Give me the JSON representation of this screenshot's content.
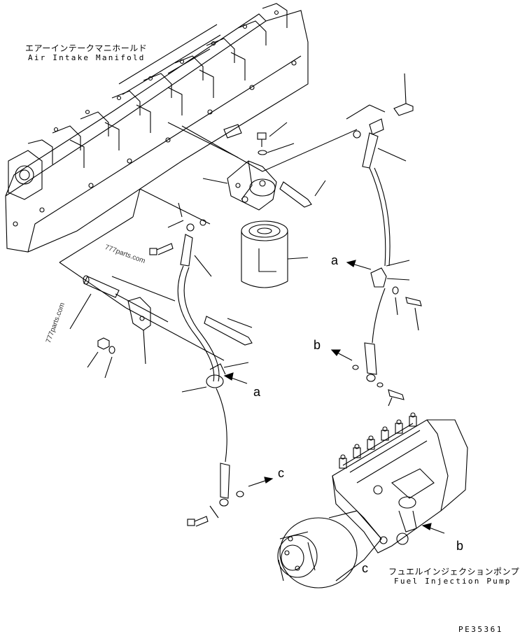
{
  "labels": {
    "manifold_jp": "エアーインテークマニホールド",
    "manifold_en": "Air Intake Manifold",
    "pump_jp": "フュエルインジェクションポンプ",
    "pump_en": "Fuel Injection Pump",
    "drawing_code": "PE35361"
  },
  "watermarks": [
    "777parts.com",
    "777parts.com"
  ],
  "callouts": {
    "a_upper": "a",
    "b_upper": "b",
    "a_lower": "a",
    "c_lower": "c",
    "b_pump": "b",
    "c_pump": "c"
  }
}
